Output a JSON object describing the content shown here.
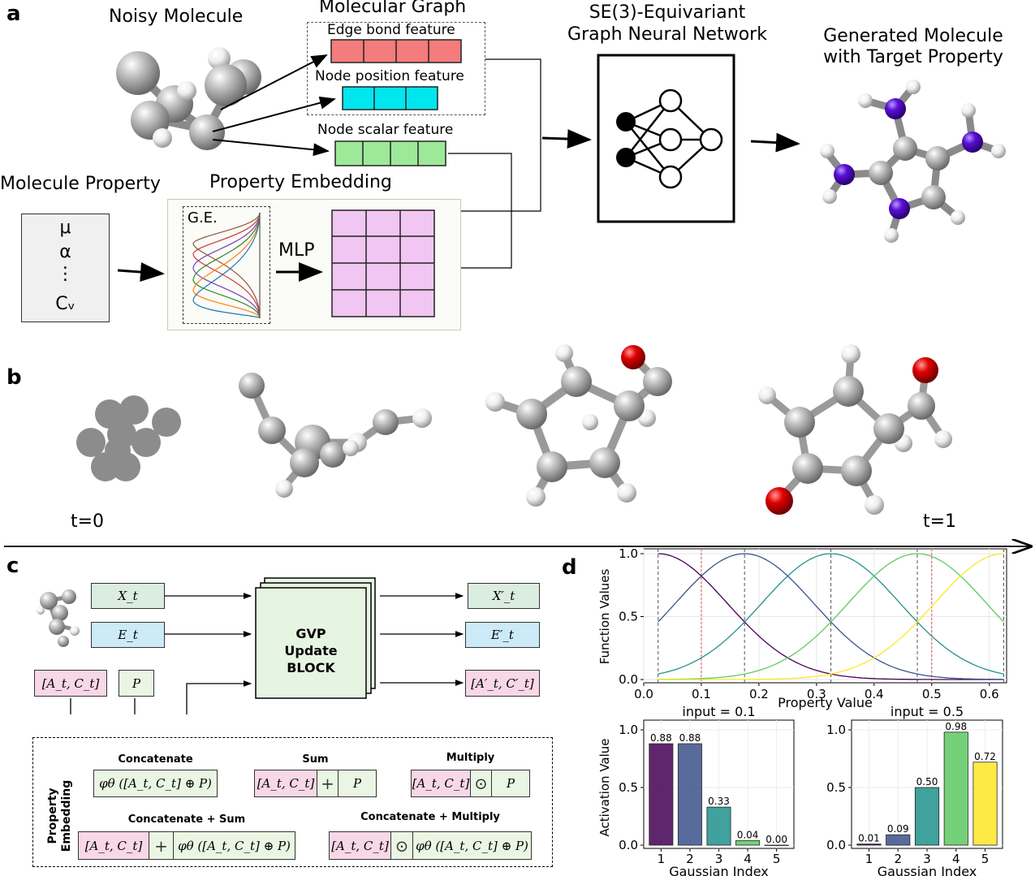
{
  "panel_a": {
    "letter": "a",
    "noisy_molecule": "Noisy Molecule",
    "molecular_graph": "Molecular Graph",
    "edge_feature": "Edge bond feature",
    "node_position_feature": "Node position feature",
    "node_scalar_feature": "Node scalar feature",
    "gnn_title_1": "SE(3)-Equivariant",
    "gnn_title_2": "Graph Neural Network",
    "generated_1": "Generated Molecule",
    "generated_2": "with Target Property",
    "molecule_property": "Molecule Property",
    "property_embedding": "Property Embedding",
    "props": [
      "μ",
      "α",
      "⋮",
      "Cᵥ"
    ],
    "ge_label": "G.E.",
    "mlp_label": "MLP",
    "colors": {
      "edge": "#f47c7c",
      "position": "#00e6ee",
      "scalar": "#9ee89a",
      "grid": "#f2c6f2",
      "atom_n": "#5a0fd6"
    }
  },
  "panel_b": {
    "letter": "b",
    "t0": "t=0",
    "t1": "t=1"
  },
  "panel_c": {
    "letter": "c",
    "inputs": [
      "X_t",
      "E_t",
      "[A_t, C_t]",
      "P"
    ],
    "outputs": [
      "X′_t",
      "E′_t",
      "[A′_t, C′_t]"
    ],
    "block": [
      "GVP",
      "Update",
      "BLOCK"
    ],
    "embedding_label": [
      "Property",
      "Embedding"
    ],
    "concatenate": {
      "title": "Concatenate",
      "expr": "φθ ([A_t, C_t] ⊕ P)"
    },
    "sum": {
      "title": "Sum",
      "left": "[A_t, C_t]",
      "op": "+",
      "right": "P"
    },
    "multiply": {
      "title": "Multiply",
      "left": "[A_t, C_t]",
      "op": "⊙",
      "right": "P"
    },
    "concat_sum": {
      "title": "Concatenate + Sum",
      "left": "[A_t, C_t]",
      "op": "+",
      "right": "φθ ([A_t, C_t] ⊕ P)"
    },
    "concat_mult": {
      "title": "Concatenate + Multiply",
      "left": "[A_t, C_t]",
      "op": "⊙",
      "right": "φθ ([A_t, C_t] ⊕ P)"
    }
  },
  "panel_d": {
    "letter": "d"
  },
  "chart_data": [
    {
      "type": "line",
      "xlabel": "Property Value",
      "ylabel": "Function Values",
      "xlim": [
        0.0,
        0.63
      ],
      "ylim": [
        0.0,
        1.0
      ],
      "xticks": [
        "0.0",
        "0.1",
        "0.2",
        "0.3",
        "0.4",
        "0.5",
        "0.6"
      ],
      "yticks": [
        "0.0",
        "0.5",
        "1.0"
      ],
      "centers": [
        0.025,
        0.175,
        0.325,
        0.475,
        0.625
      ],
      "sigma": 0.12,
      "series_colors": [
        "#440154",
        "#3b528b",
        "#21918c",
        "#5ec962",
        "#fde725"
      ],
      "center_lines": [
        0.025,
        0.175,
        0.325,
        0.475,
        0.625
      ],
      "input_lines": [
        0.1,
        0.5
      ],
      "grid": true
    },
    {
      "type": "bar",
      "title": "input = 0.1",
      "xlabel": "Gaussian Index",
      "ylabel": "Activation Value",
      "categories": [
        "1",
        "2",
        "3",
        "4",
        "5"
      ],
      "values": [
        0.88,
        0.88,
        0.33,
        0.04,
        0.0
      ],
      "labels": [
        "0.88",
        "0.88",
        "0.33",
        "0.04",
        "0.00"
      ],
      "ylim": [
        0.0,
        1.0
      ],
      "yticks": [
        "0.0",
        "0.5",
        "1.0"
      ],
      "colors": [
        "#440154",
        "#3b528b",
        "#21918c",
        "#5ec962",
        "#fde725"
      ]
    },
    {
      "type": "bar",
      "title": "input = 0.5",
      "xlabel": "Gaussian Index",
      "categories": [
        "1",
        "2",
        "3",
        "4",
        "5"
      ],
      "values": [
        0.01,
        0.09,
        0.5,
        0.98,
        0.72
      ],
      "labels": [
        "0.01",
        "0.09",
        "0.50",
        "0.98",
        "0.72"
      ],
      "ylim": [
        0.0,
        1.0
      ],
      "yticks": [
        "0.0",
        "0.5",
        "1.0"
      ],
      "colors": [
        "#440154",
        "#3b528b",
        "#21918c",
        "#5ec962",
        "#fde725"
      ]
    }
  ]
}
